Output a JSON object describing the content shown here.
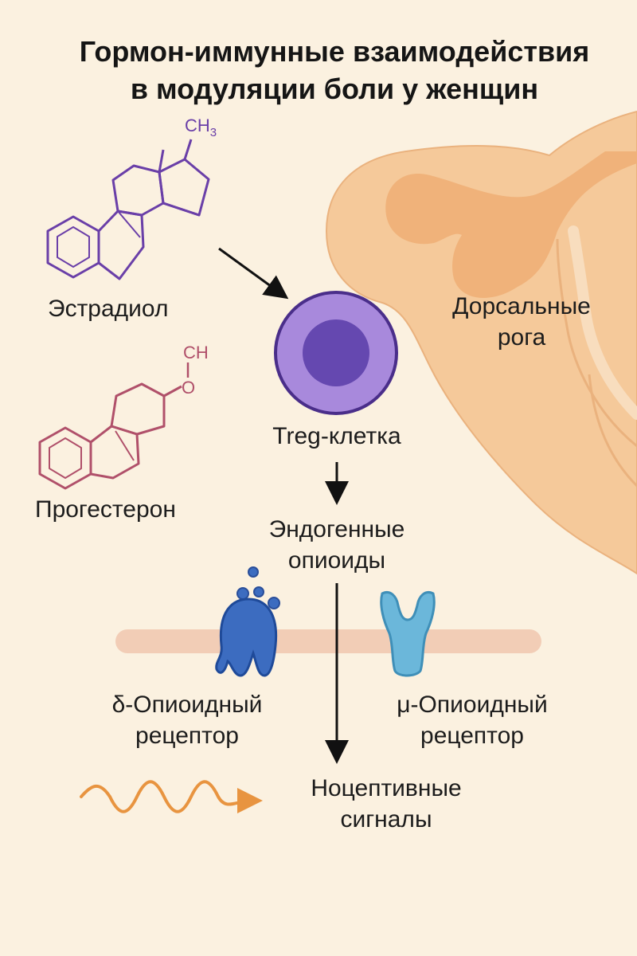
{
  "title": {
    "line1": "Гормон-иммунные взаимодействия",
    "line2": "в модуляции боли у женщин"
  },
  "molecules": {
    "estradiol": {
      "name": "Эстрадиол",
      "methyl": "CH3",
      "methyl_base": "CH",
      "methyl_sub": "3",
      "color": "#6A3FA8"
    },
    "progesterone": {
      "name": "Прогестерон",
      "group_top": "CH",
      "group_o": "O",
      "color": "#B0506A"
    }
  },
  "cells": {
    "treg": {
      "name": "Treg-клетка",
      "outer_color": "#A889DC",
      "inner_color": "#6548B0"
    }
  },
  "regions": {
    "dorsal_horn": {
      "line1": "Дорсальные",
      "line2": "рога",
      "color": "#F5C99A",
      "inner_color": "#F0B27A"
    }
  },
  "signals": {
    "endogenous_opioids": {
      "line1": "Эндогенные",
      "line2": "опиоиды"
    },
    "nociceptive": {
      "line1": "Ноцептивные",
      "line2": "сигналы",
      "wave_color": "#E89440"
    }
  },
  "receptors": {
    "delta": {
      "line1": "δ-Опиоидный",
      "line2": "рецептор",
      "color": "#3C6CC0"
    },
    "mu": {
      "line1": "μ-Опиоидный",
      "line2": "рецептор",
      "color": "#6BB7DA"
    }
  },
  "membrane_color": "#F2CDB6"
}
